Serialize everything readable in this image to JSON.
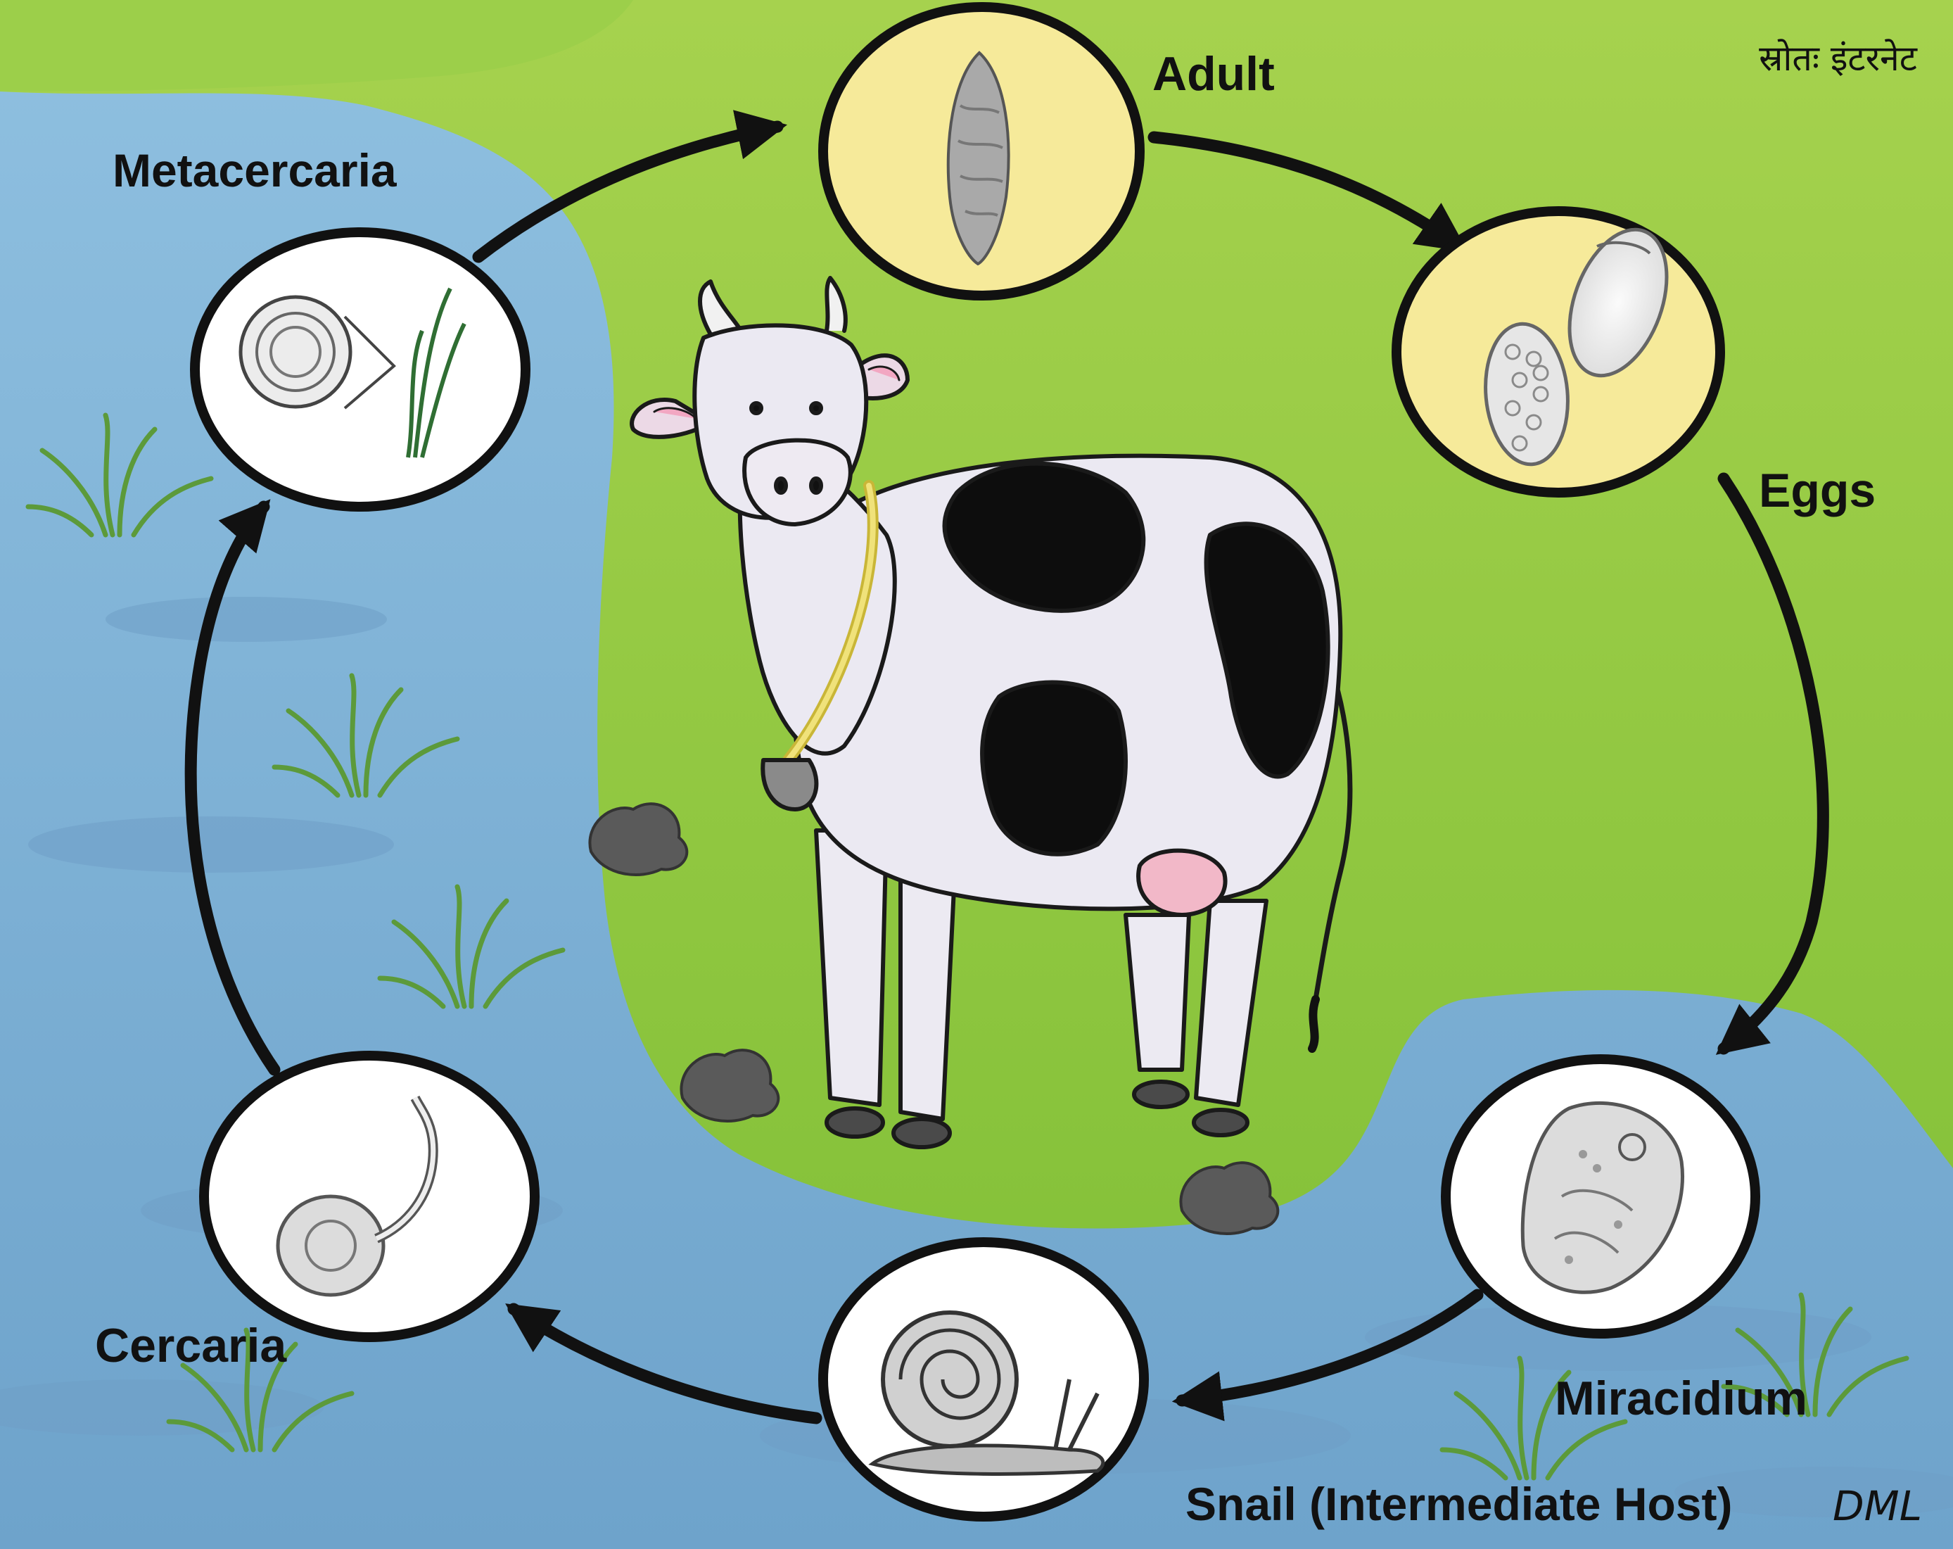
{
  "source_note": "स्रोतः इंटरनेट",
  "signature": "DML",
  "stages": {
    "adult": "Adult",
    "eggs": "Eggs",
    "miracidium": "Miracidium",
    "snail": "Snail (Intermediate Host)",
    "cercaria": "Cercaria",
    "metacercaria": "Metacercaria"
  },
  "colors": {
    "water": "#7fb1d4",
    "water_deep": "#5f95bf",
    "grass": "#8dc63f",
    "grass_light": "#a8d45a",
    "stage_yellow": "#f6ea9a",
    "arrow": "#111111"
  }
}
